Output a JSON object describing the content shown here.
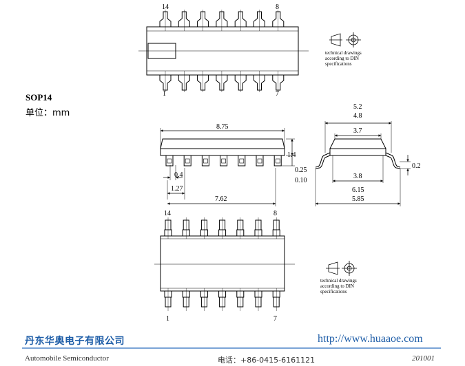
{
  "package": {
    "name": "SOP14",
    "unit": "单位：mm"
  },
  "pins": {
    "top_left": "14",
    "top_right": "8",
    "bottom_left": "1",
    "bottom_right": "7"
  },
  "din_note": [
    "technical drawings",
    "according to DIN",
    "specifications"
  ],
  "dimensions": {
    "body_length": "8.75",
    "height": "1.4",
    "pin_width": "0.4",
    "pitch": "1.27",
    "span": "7.62",
    "standoff_max": "0.25",
    "standoff_min": "0.10",
    "outer_width_max": "5.2",
    "outer_width_min": "4.8",
    "body_top_width": "3.7",
    "body_width": "3.8",
    "lead_thickness": "0.2",
    "lead_span_max": "6.15",
    "lead_span_min": "5.85"
  },
  "footer": {
    "company": "丹东华奥电子有限公司",
    "website": "http://www.huaaoe.com",
    "subtitle": "Automobile Semiconductor",
    "phone": "电话：+86-0415-6161121",
    "code": "201001"
  },
  "colors": {
    "accent": "#1f5ea8",
    "rule": "#7aa4d6"
  }
}
